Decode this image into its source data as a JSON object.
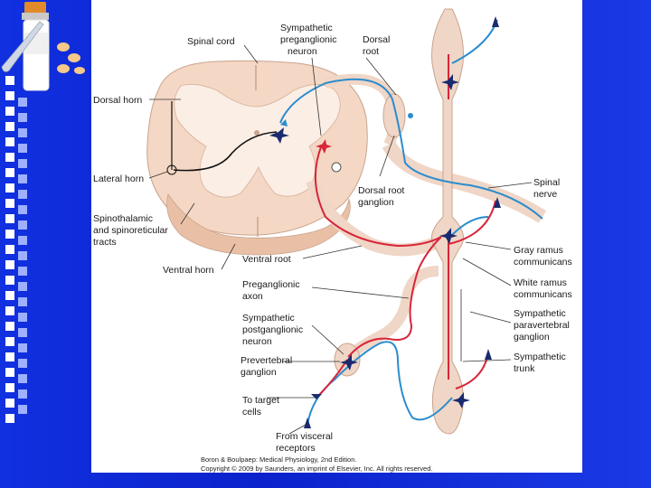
{
  "labels": {
    "spinal_cord": "Spinal cord",
    "symp_pre_1": "Sympathetic",
    "symp_pre_2": "preganglionic",
    "symp_pre_3": "neuron",
    "dorsal_root_1": "Dorsal",
    "dorsal_root_2": "root",
    "dorsal_horn": "Dorsal horn",
    "lateral_horn": "Lateral horn",
    "spinothal_1": "Spinothalamic",
    "spinothal_2": "and spinoreticular",
    "spinothal_3": "tracts",
    "ventral_horn": "Ventral horn",
    "drg_1": "Dorsal root",
    "drg_2": "ganglion",
    "spinal_nerve_1": "Spinal",
    "spinal_nerve_2": "nerve",
    "ventral_root": "Ventral root",
    "gray_ramus_1": "Gray ramus",
    "gray_ramus_2": "communicans",
    "white_ramus_1": "White ramus",
    "white_ramus_2": "communicans",
    "pregang_axon_1": "Preganglionic",
    "pregang_axon_2": "axon",
    "symp_para_1": "Sympathetic",
    "symp_para_2": "paravertebral",
    "symp_para_3": "ganglion",
    "symp_post_1": "Sympathetic",
    "symp_post_2": "postganglionic",
    "symp_post_3": "neuron",
    "symp_trunk_1": "Sympathetic",
    "symp_trunk_2": "trunk",
    "prevert_1": "Prevertebral",
    "prevert_2": "ganglion",
    "target_1": "To target",
    "target_2": "cells",
    "visceral_1": "From visceral",
    "visceral_2": "receptors"
  },
  "caption": {
    "line1": "Boron & Boulpaep: Medical Physiology, 2nd Edition.",
    "line2": "Copyright © 2009 by Saunders, an imprint of Elsevier, Inc. All rights reserved."
  },
  "colors": {
    "background": "#0b22cc",
    "cord": "#f4d7c4",
    "gray_matter": "#fbeee5",
    "efferent": "#d8253a",
    "afferent": "#2a8ccf",
    "neuron": "#1a2a6e"
  }
}
